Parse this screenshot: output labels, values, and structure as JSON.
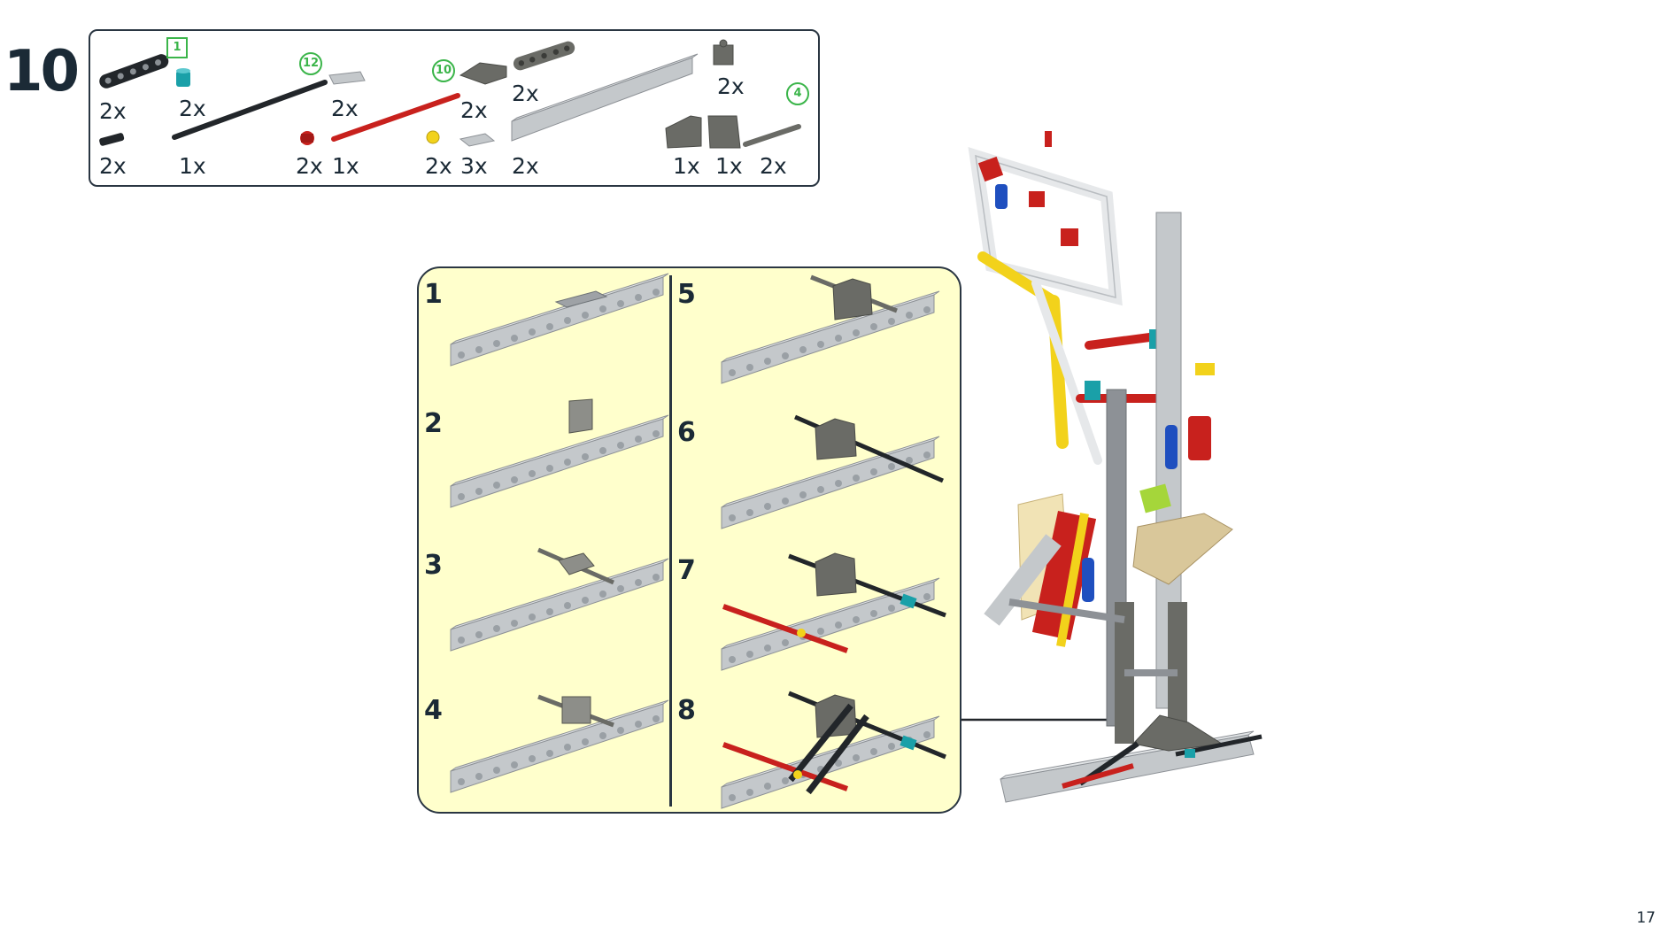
{
  "step": {
    "number": "10"
  },
  "parts_list": {
    "counts": [
      "2x",
      "2x",
      "2x",
      "2x",
      "2x",
      "2x",
      "2x",
      "1x",
      "2x",
      "1x",
      "2x",
      "3x",
      "2x",
      "1x",
      "1x",
      "2x"
    ],
    "length_badges": [
      "1",
      "12",
      "10",
      "4"
    ]
  },
  "substeps": [
    "1",
    "2",
    "3",
    "4",
    "5",
    "6",
    "7",
    "8"
  ],
  "page_number": "17",
  "colors": {
    "dark_navy": "#1b2a36",
    "badge_green": "#3bb54a",
    "callout_bg": "#ffffcc",
    "beam_gray": "#c4c8cb",
    "dark_gray": "#6a6b66",
    "red": "#c8211d",
    "black": "#22262a",
    "yellow": "#f2d21b",
    "teal": "#1aa0a8"
  }
}
